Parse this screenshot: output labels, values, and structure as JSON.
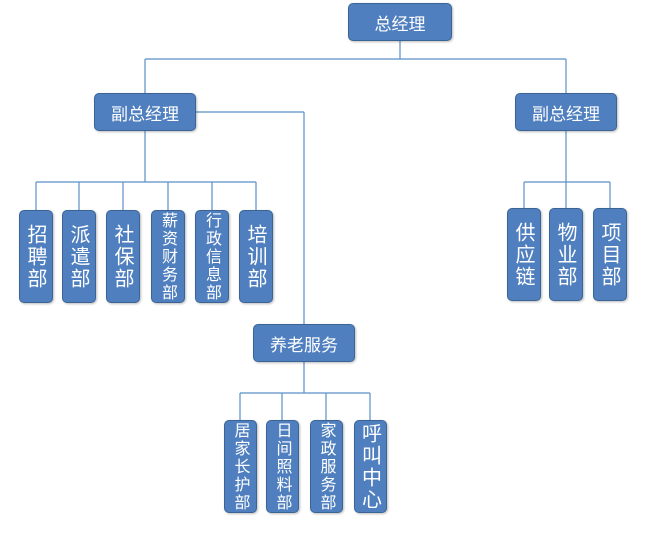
{
  "org_chart": {
    "root": {
      "label": "总经理"
    },
    "vp_left": {
      "label": "副总经理"
    },
    "vp_right": {
      "label": "副总经理"
    },
    "left_departments": [
      {
        "label": "招聘部"
      },
      {
        "label": "派遣部"
      },
      {
        "label": "社保部"
      },
      {
        "label": "薪资财务部"
      },
      {
        "label": "行政信息部"
      },
      {
        "label": "培训部"
      }
    ],
    "right_departments": [
      {
        "label": "供应链"
      },
      {
        "label": "物业部"
      },
      {
        "label": "项目部"
      }
    ],
    "elderly_service": {
      "label": "养老服务",
      "departments": [
        {
          "label": "居家长护部"
        },
        {
          "label": "日间照料部"
        },
        {
          "label": "家政服务部"
        },
        {
          "label": "呼叫中心"
        }
      ]
    }
  },
  "colors": {
    "node_fill": "#4f7fbf",
    "node_border": "#3a6496",
    "connector": "#5b8fc7",
    "text": "#ffffff"
  }
}
